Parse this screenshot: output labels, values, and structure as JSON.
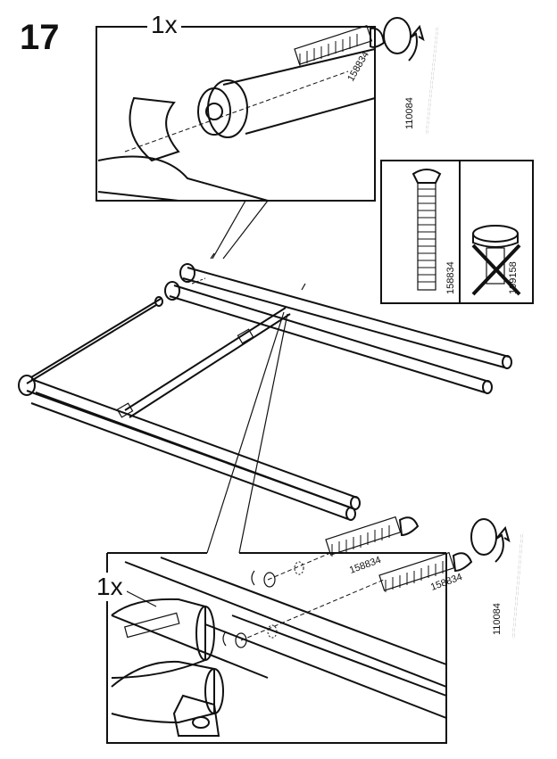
{
  "step_number": "17",
  "callouts": {
    "top_quantity": "1x",
    "bottom_quantity": "1x"
  },
  "parts": {
    "bolt_code": "158834",
    "allen_key_code": "110084",
    "wrong_screw_code": "109158"
  }
}
